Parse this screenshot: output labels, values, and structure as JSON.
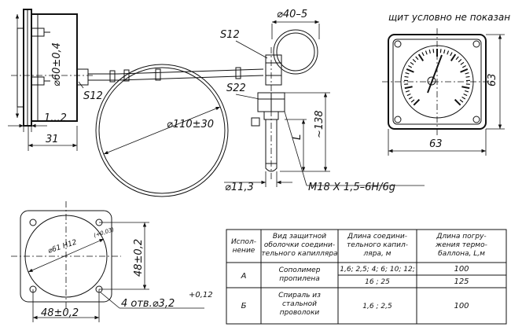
{
  "drawing": {
    "note_panel_not_shown": "щит условно не показан",
    "dims": {
      "d60": "⌀60±0,4",
      "s12_top": "S12",
      "s12_left": "S12",
      "d40": "⌀40–5",
      "s22": "S22",
      "range_1_2": "1...2",
      "w31": "31",
      "d110": "⌀110±30",
      "l": "L",
      "h138": "~138",
      "d11_3": "⌀11,3",
      "thread": "M18 X 1,5–6H/6g",
      "front_w63": "63",
      "front_h63": "63",
      "cut_d61": "⌀61 H12",
      "cut_d61_tol": "(+0,03)",
      "cut_h48": "48±0,2",
      "cut_w48": "48±0,2",
      "holes_main": "4 отв.⌀3,2",
      "holes_tol": "+0,12"
    }
  },
  "table": {
    "headers": [
      "Испол-нение",
      "Вид защитной оболочки соедини-тельного капилляра",
      "Длина соедини-тельного капил-ляра, м",
      "Длина погру-жения термо-баллона, L,м"
    ],
    "rows": [
      {
        "variant": "А",
        "sheath": "Сополимер пропилена",
        "cap": "1,6; 2,5; 4; 6; 10; 12;",
        "depth": "100"
      },
      {
        "variant": "",
        "sheath": "",
        "cap": "16 ; 25",
        "depth": "125"
      },
      {
        "variant": "Б",
        "sheath": "Спираль из стальной проволоки",
        "cap": "1,6 ; 2,5",
        "depth": "100"
      }
    ]
  }
}
